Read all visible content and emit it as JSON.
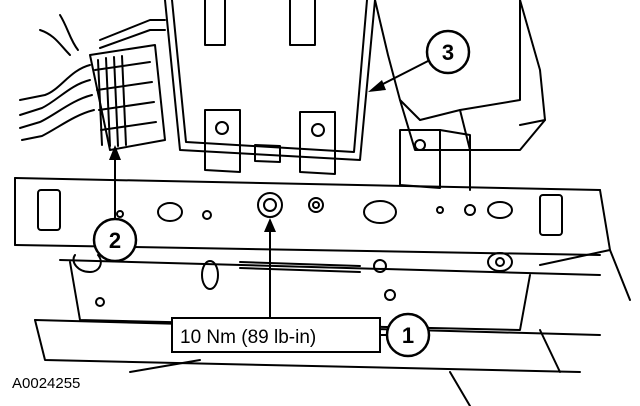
{
  "figure": {
    "id": "A0024255"
  },
  "callouts": [
    {
      "number": "1",
      "target": "bolt"
    },
    {
      "number": "2",
      "target": "electrical-connector"
    },
    {
      "number": "3",
      "target": "module"
    }
  ],
  "torque_spec": {
    "text": "10 Nm (89 lb-in)"
  }
}
